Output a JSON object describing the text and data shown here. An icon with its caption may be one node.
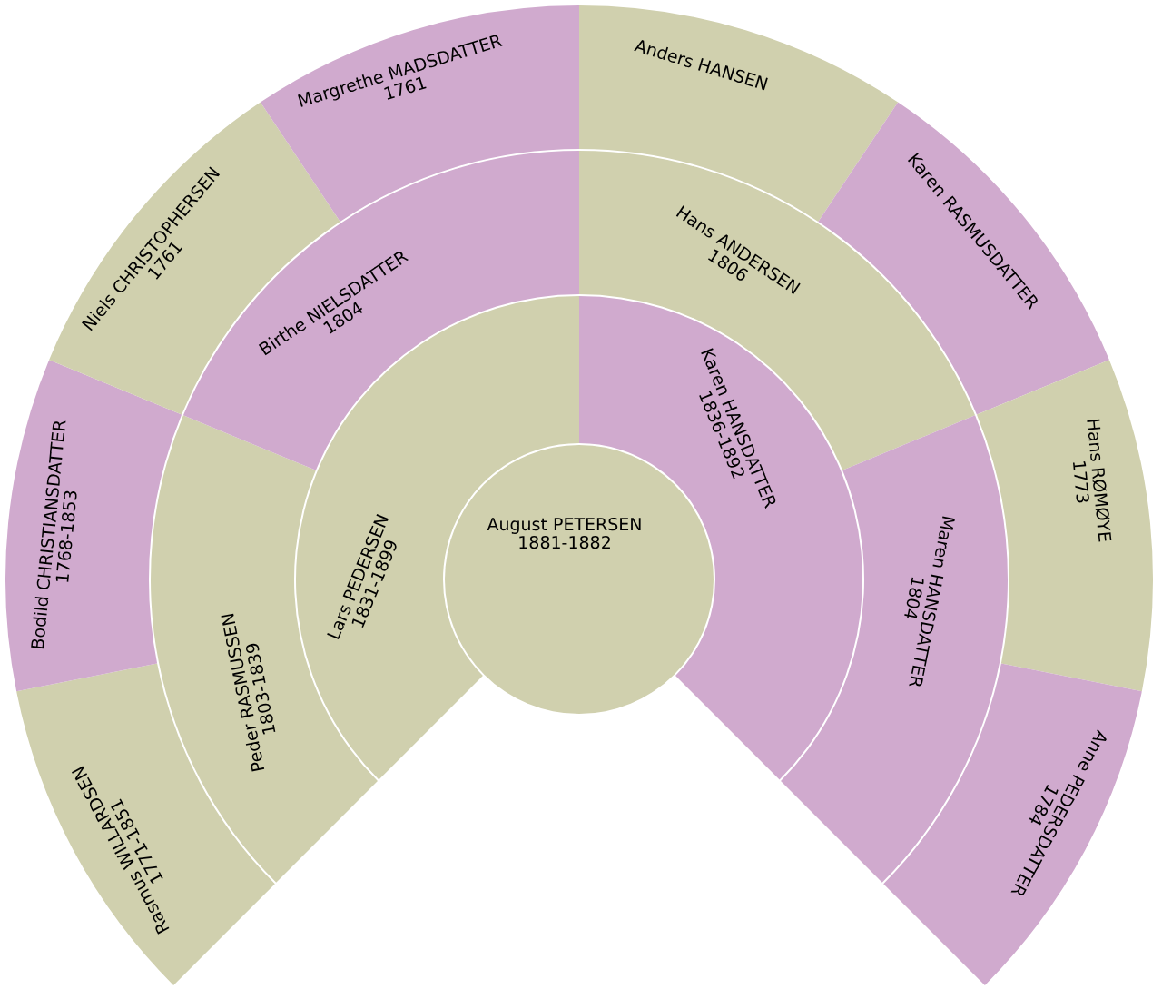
{
  "diagram": {
    "nodes": [
      {
        "text": [
          "August PETERSEN",
          "1881-1882"
        ]
      },
      {
        "text": [
          "Lars PEDERSEN",
          "1831-1899"
        ]
      },
      {
        "text": [
          "Karen HANSDATTER",
          "1836-1892"
        ]
      },
      {
        "text": [
          "Peder RASMUSSEN",
          "1803-1839"
        ]
      },
      {
        "text": [
          "Birthe NIELSDATTER",
          "1804"
        ]
      },
      {
        "text": [
          "Hans ANDERSEN",
          "1806"
        ]
      },
      {
        "text": [
          "Maren HANSDATTER",
          "1804"
        ]
      },
      {
        "text": [
          "Rasmus WILLARDSEN",
          "1771-1851"
        ]
      },
      {
        "text": [
          "Bodild CHRISTIANSDATTER",
          "1768-1853"
        ]
      },
      {
        "text": [
          "Niels CHRISTOPHERSEN",
          "1761"
        ]
      },
      {
        "text": [
          "Margrethe MADSDATTER",
          "1761"
        ]
      },
      {
        "text": [
          "Anders HANSEN"
        ]
      },
      {
        "text": [
          "Karen RASMUSDATTER"
        ]
      },
      {
        "text": [
          "Hans RØMØYE",
          "1773"
        ]
      },
      {
        "text": [
          "Anne PEDERSDATTER",
          "1784"
        ]
      }
    ]
  }
}
